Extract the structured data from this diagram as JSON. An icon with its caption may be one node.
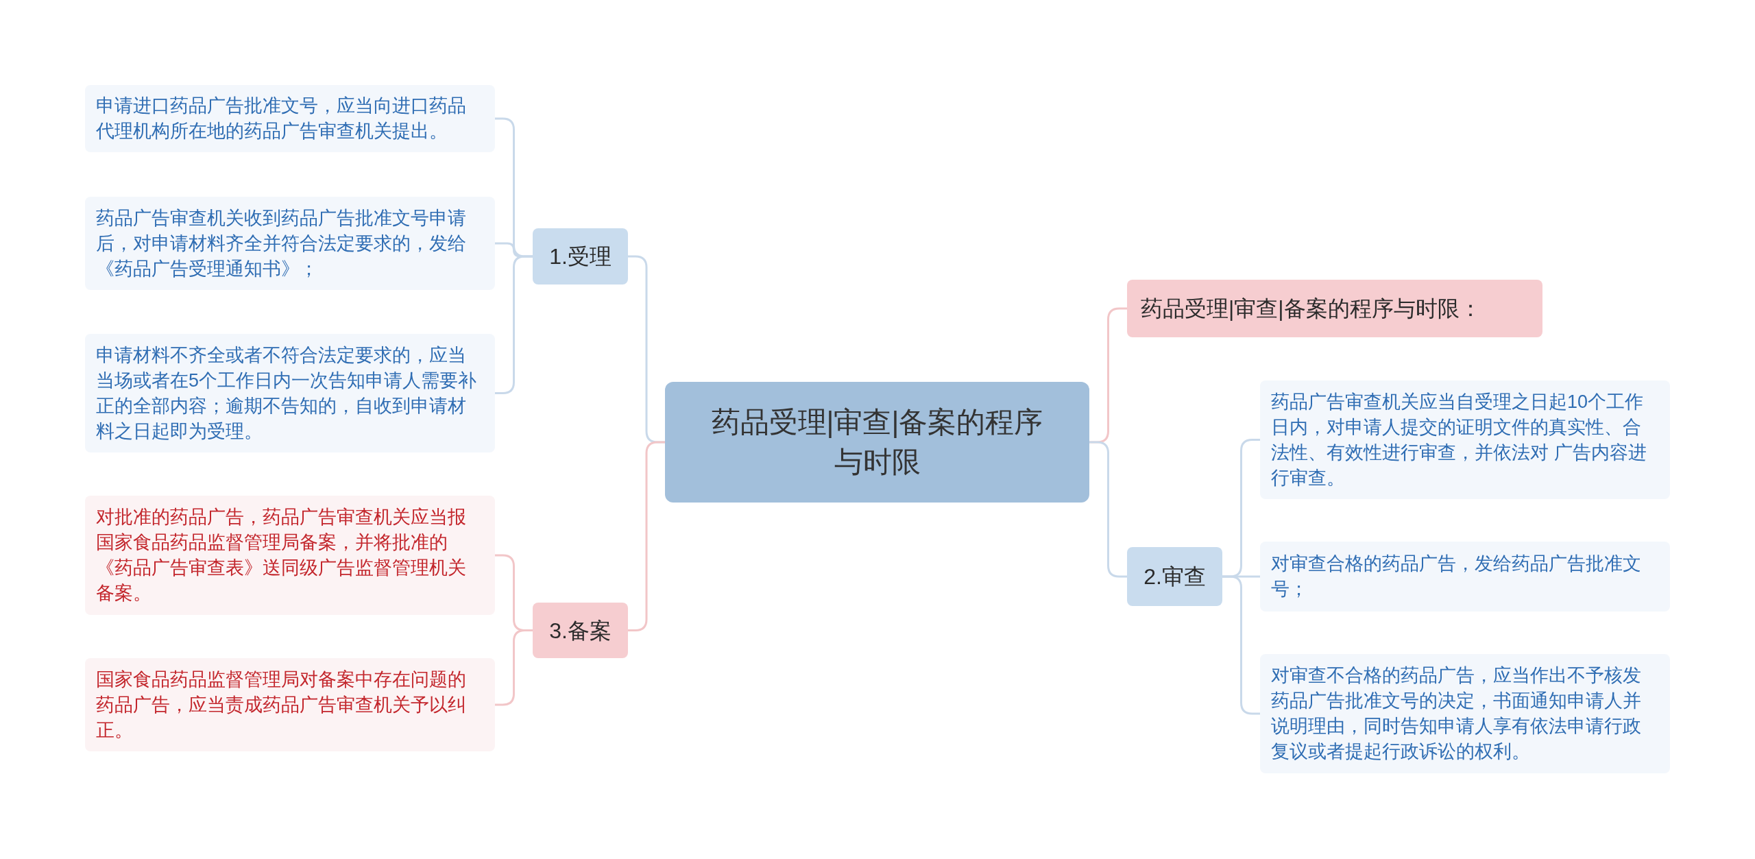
{
  "diagram": {
    "nodes": [
      {
        "text": [
          "药品受理|审查|备案的程序与时限"
        ]
      },
      {
        "text": [
          "1.受理"
        ]
      },
      {
        "text": [
          "申请进口药品广告批准文号，应当向进口药品代理机构所在地的药品广告审查机关提出。"
        ]
      },
      {
        "text": [
          "药品广告审查机关收到药品广告批准文号申请后，对申请材料齐全并符合法定要求的，发给《药品广告受理通知书》；"
        ]
      },
      {
        "text": [
          "申请材料不齐全或者不符合法定要求的，应当当场或者在5个工作日内一次告知申请人需要补正的全部内容；逾期不告知的，自收到申请材料之日起即为受理。"
        ]
      },
      {
        "text": [
          "3.备案"
        ]
      },
      {
        "text": [
          "对批准的药品广告，药品广告审查机关应当报国家食品药品监督管理局备案，并将批准的《药品广告审查表》送同级广告监督管理机关备案。"
        ]
      },
      {
        "text": [
          "国家食品药品监督管理局对备案中存在问题的药品广告，应当责成药品广告审查机关予以纠正。"
        ]
      },
      {
        "text": [
          "药品受理|审查|备案的程序与时限："
        ]
      },
      {
        "text": [
          "2.审查"
        ]
      },
      {
        "text": [
          "药品广告审查机关应当自受理之日起10个工作日内，对申请人提交的证明文件的真实性、合法性、有效性进行审查，并依法对 广告内容进行审查。"
        ]
      },
      {
        "text": [
          "对审查合格的药品广告，发给药品广告批准文号；"
        ]
      },
      {
        "text": [
          "对审查不合格的药品广告，应当作出不予核发药品广告批准文号的决定，书面通知申请人并说明理由，同时告知申请人享有依法申请行政复议或者提起行政诉讼的权利。"
        ]
      }
    ],
    "edges": [
      {
        "from": 0,
        "to": 1,
        "arrow": "none"
      },
      {
        "from": 1,
        "to": 2,
        "arrow": "none"
      },
      {
        "from": 1,
        "to": 3,
        "arrow": "none"
      },
      {
        "from": 1,
        "to": 4,
        "arrow": "none"
      },
      {
        "from": 0,
        "to": 5,
        "arrow": "none",
        "color": "#f2c6c8"
      },
      {
        "from": 5,
        "to": 6,
        "arrow": "none",
        "color": "#f2c6c8"
      },
      {
        "from": 5,
        "to": 7,
        "arrow": "none",
        "color": "#f2c6c8"
      },
      {
        "from": 0,
        "to": 8,
        "arrow": "none",
        "color": "#f2c6c8"
      },
      {
        "from": 0,
        "to": 9,
        "arrow": "none"
      },
      {
        "from": 9,
        "to": 10,
        "arrow": "none"
      },
      {
        "from": 9,
        "to": 11,
        "arrow": "none"
      },
      {
        "from": 9,
        "to": 12,
        "arrow": "none"
      }
    ]
  }
}
